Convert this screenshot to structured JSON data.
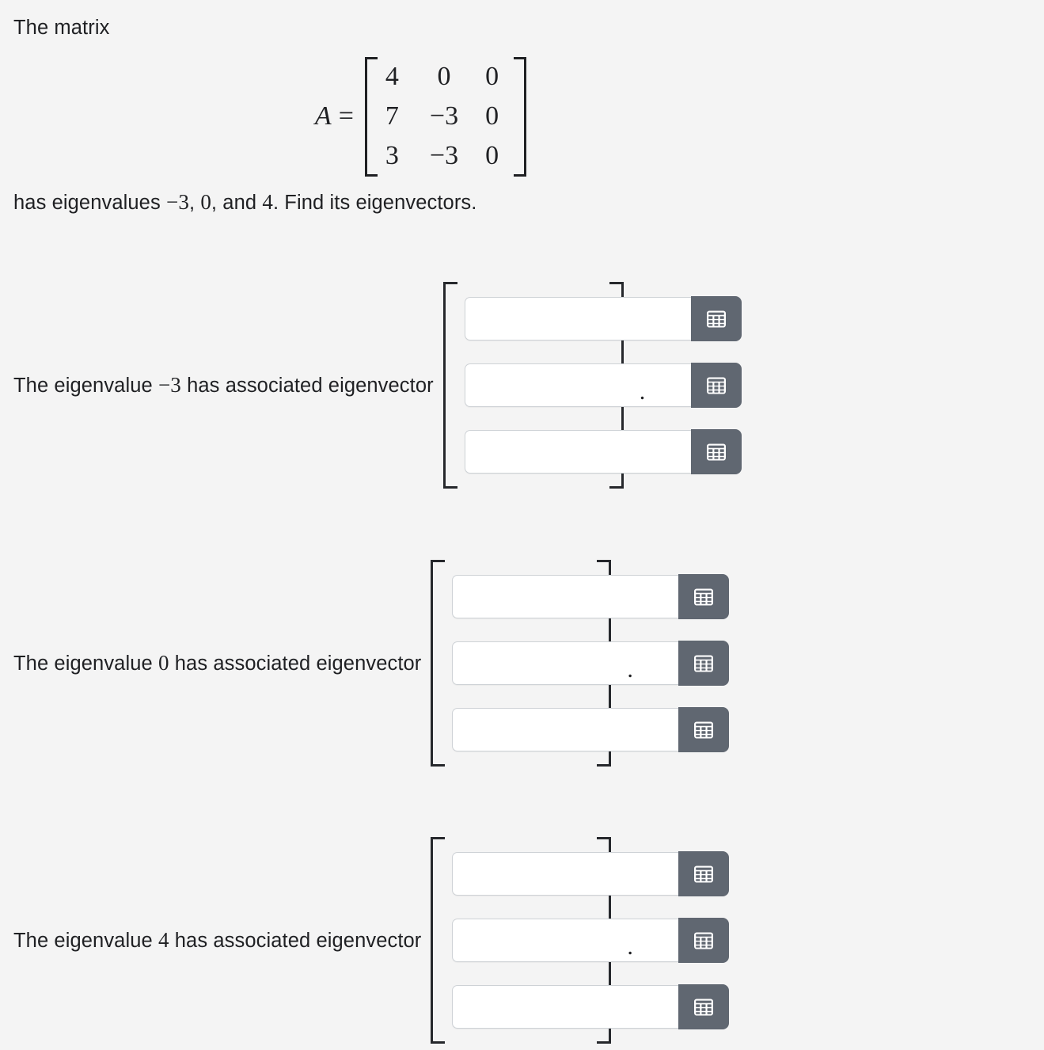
{
  "intro": {
    "text": "The matrix"
  },
  "equation": {
    "lhs": "A",
    "relation": "=",
    "matrix": {
      "rows": [
        [
          "4",
          "0",
          "0"
        ],
        [
          "7",
          "−3",
          "0"
        ],
        [
          "3",
          "−3",
          "0"
        ]
      ]
    }
  },
  "statement": {
    "prefix": "has eigenvalues ",
    "eigenvalue_1": "−3",
    "sep_1": ", ",
    "eigenvalue_2": "0",
    "sep_2": ", and ",
    "eigenvalue_3": "4",
    "suffix": ". Find its eigenvectors."
  },
  "eigen_blocks": [
    {
      "label_prefix": "The eigenvalue ",
      "eigenvalue": "−3",
      "label_suffix": " has associated eigenvector",
      "period": ".",
      "inputs": [
        {
          "value": "",
          "placeholder": ""
        },
        {
          "value": "",
          "placeholder": ""
        },
        {
          "value": "",
          "placeholder": ""
        }
      ],
      "button_icon": "grid-keypad-icon",
      "bracket_left": "[",
      "bracket_right": "]"
    },
    {
      "label_prefix": "The eigenvalue ",
      "eigenvalue": "0",
      "label_suffix": " has associated eigenvector",
      "period": ".",
      "inputs": [
        {
          "value": "",
          "placeholder": ""
        },
        {
          "value": "",
          "placeholder": ""
        },
        {
          "value": "",
          "placeholder": ""
        }
      ],
      "button_icon": "grid-keypad-icon",
      "bracket_left": "[",
      "bracket_right": "]"
    },
    {
      "label_prefix": "The eigenvalue ",
      "eigenvalue": "4",
      "label_suffix": " has associated eigenvector",
      "period": ".",
      "inputs": [
        {
          "value": "",
          "placeholder": ""
        },
        {
          "value": "",
          "placeholder": ""
        },
        {
          "value": "",
          "placeholder": ""
        }
      ],
      "button_icon": "grid-keypad-icon",
      "bracket_left": "[",
      "bracket_right": "]"
    }
  ],
  "colors": {
    "page_background": "#f4f4f4",
    "text": "#1f2023",
    "button_background": "#606771",
    "field_border": "#ced2d6",
    "field_background": "#ffffff",
    "bracket": "#26282c"
  }
}
